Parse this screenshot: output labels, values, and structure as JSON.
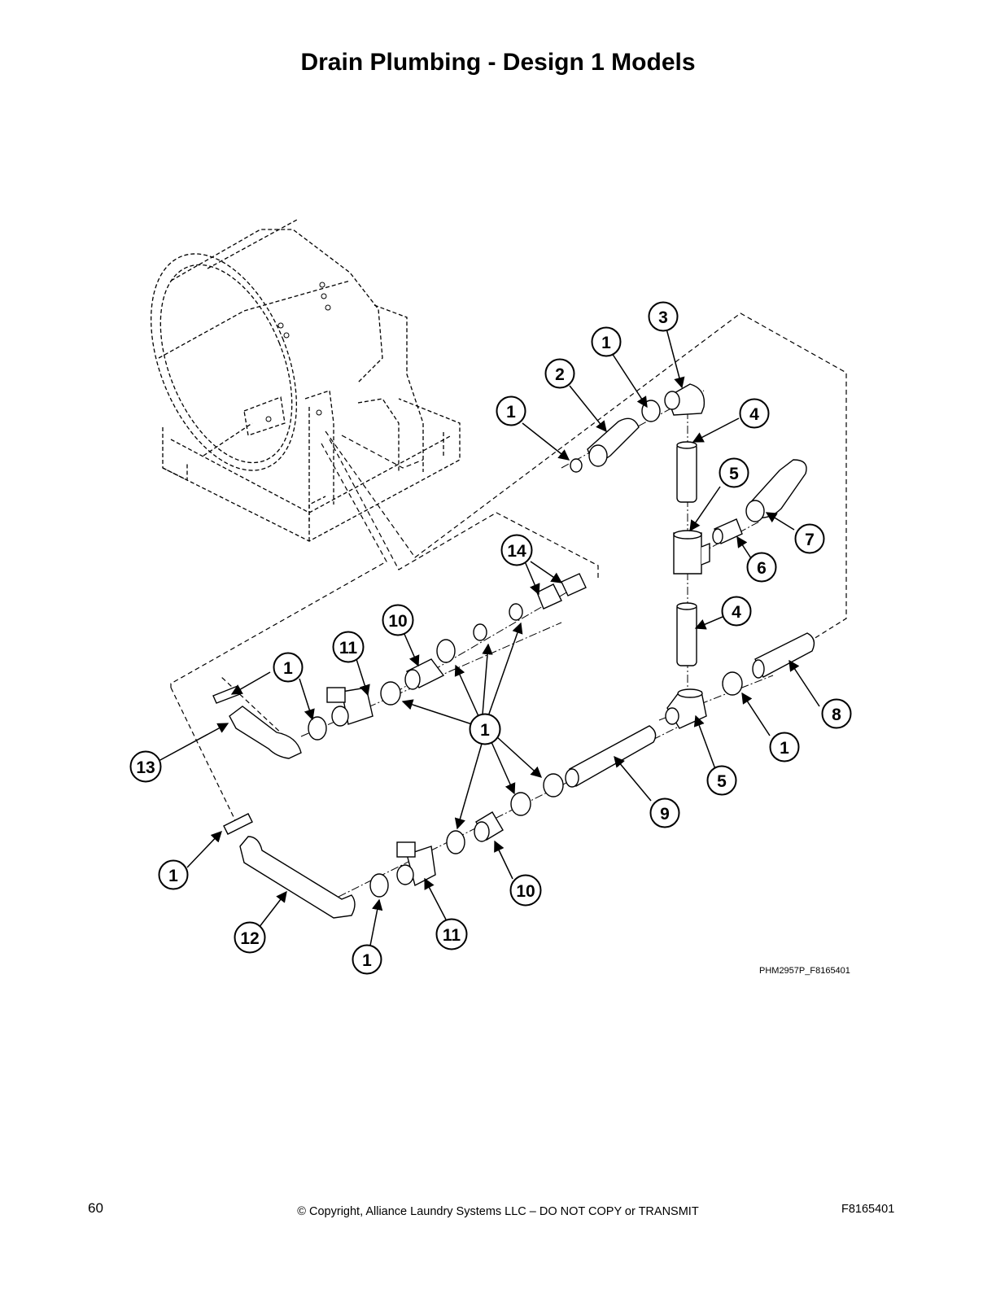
{
  "page": {
    "title": "Drain Plumbing - Design 1 Models",
    "figure_code": "PHM2957P_F8165401",
    "page_number": "60",
    "copyright": "© Copyright, Alliance Laundry Systems LLC – DO NOT COPY or TRANSMIT",
    "doc_id": "F8165401"
  },
  "callouts": [
    {
      "id": "c1-a",
      "label": "1"
    },
    {
      "id": "c1-b",
      "label": "1"
    },
    {
      "id": "c2",
      "label": "2"
    },
    {
      "id": "c3",
      "label": "3"
    },
    {
      "id": "c4-a",
      "label": "4"
    },
    {
      "id": "c5-a",
      "label": "5"
    },
    {
      "id": "c7",
      "label": "7"
    },
    {
      "id": "c6",
      "label": "6"
    },
    {
      "id": "c14",
      "label": "14"
    },
    {
      "id": "c4-b",
      "label": "4"
    },
    {
      "id": "c10-a",
      "label": "10"
    },
    {
      "id": "c11-a",
      "label": "11"
    },
    {
      "id": "c1-c",
      "label": "1"
    },
    {
      "id": "c8",
      "label": "8"
    },
    {
      "id": "c1-hub",
      "label": "1"
    },
    {
      "id": "c1-d",
      "label": "1"
    },
    {
      "id": "c13",
      "label": "13"
    },
    {
      "id": "c5-b",
      "label": "5"
    },
    {
      "id": "c9",
      "label": "9"
    },
    {
      "id": "c1-e",
      "label": "1"
    },
    {
      "id": "c10-b",
      "label": "10"
    },
    {
      "id": "c11-b",
      "label": "11"
    },
    {
      "id": "c12",
      "label": "12"
    },
    {
      "id": "c1-f",
      "label": "1"
    }
  ]
}
